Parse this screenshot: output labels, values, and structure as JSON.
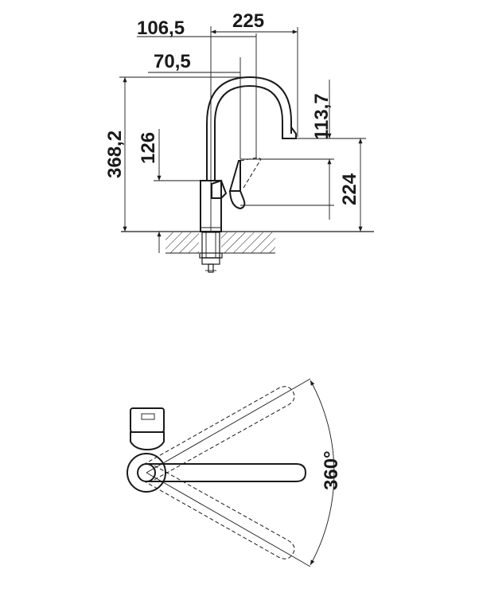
{
  "side_view": {
    "dimensions": {
      "spout_reach": "225",
      "offset_106": "106,5",
      "offset_70": "70,5",
      "total_height": "368,2",
      "body_height": "126",
      "outlet_drop": "113,7",
      "outlet_height": "224"
    }
  },
  "top_view": {
    "rotation_label": "360°"
  },
  "colors": {
    "line": "#1a1a1a",
    "background": "#ffffff"
  }
}
